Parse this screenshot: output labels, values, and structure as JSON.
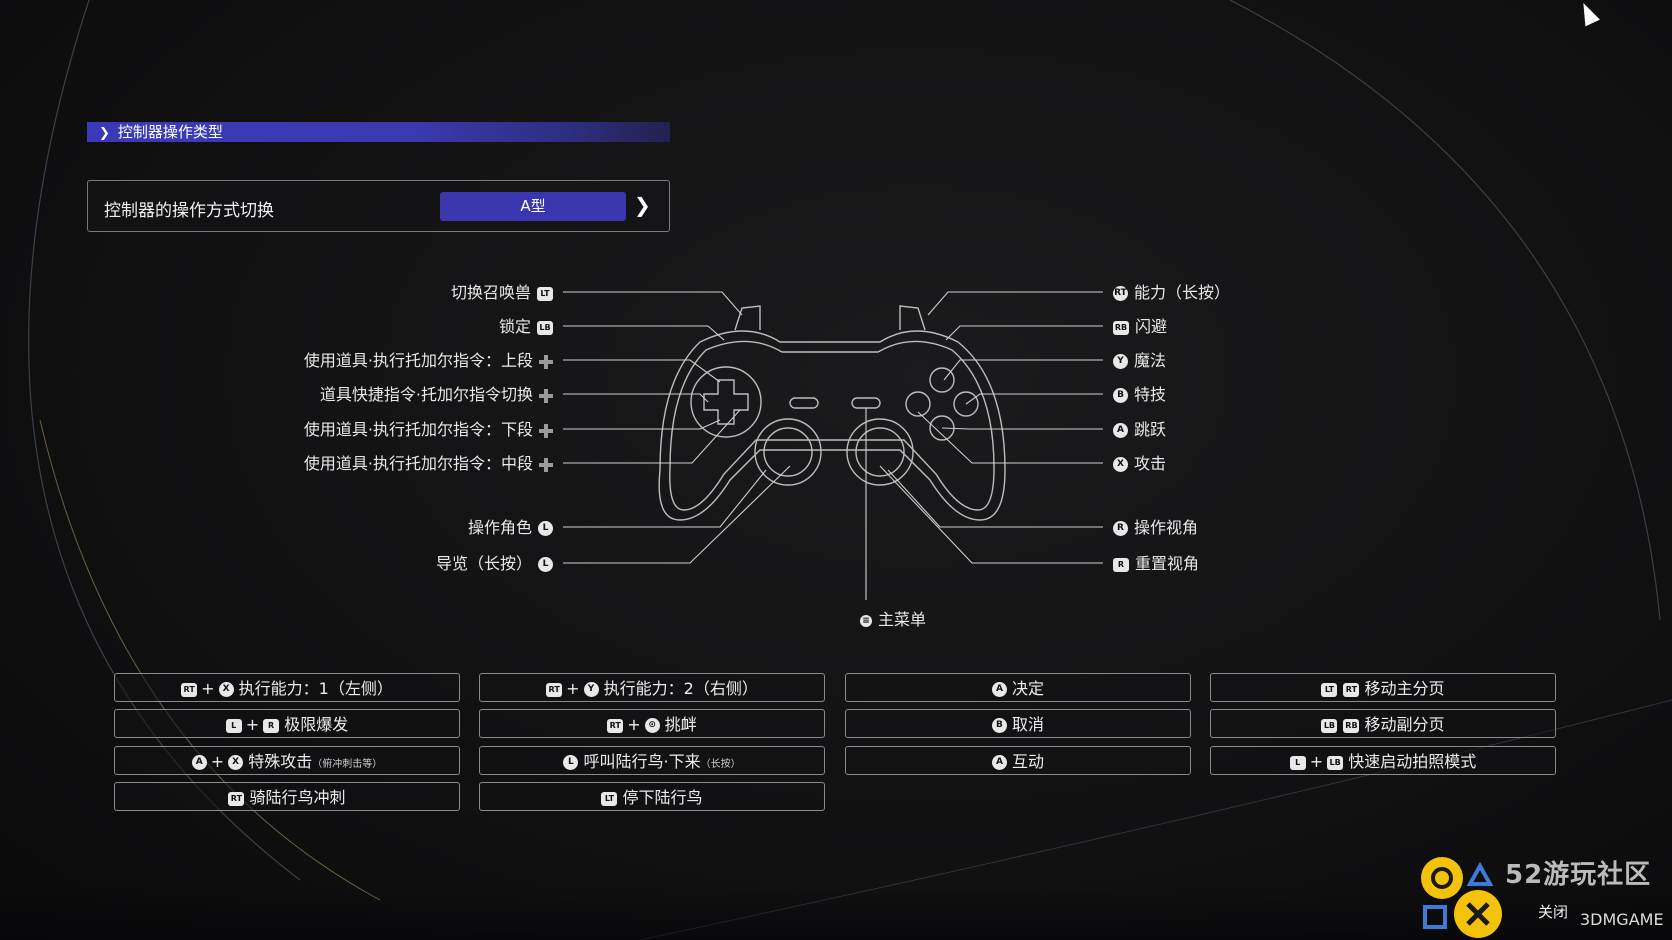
{
  "section": {
    "title": "控制器操作类型"
  },
  "setting": {
    "label": "控制器的操作方式切换",
    "value": "A型"
  },
  "left_labels": [
    {
      "text": "切换召唤兽",
      "glyph": "LT"
    },
    {
      "text": "锁定",
      "glyph": "LB"
    },
    {
      "text": "使用道具·执行托加尔指令：上段",
      "glyph": "dpad"
    },
    {
      "text": "道具快捷指令·托加尔指令切换",
      "glyph": "dpad"
    },
    {
      "text": "使用道具·执行托加尔指令：下段",
      "glyph": "dpad"
    },
    {
      "text": "使用道具·执行托加尔指令：中段",
      "glyph": "dpad"
    },
    {
      "text": "操作角色",
      "glyph": "L"
    },
    {
      "text": "导览（长按）",
      "glyph": "L"
    }
  ],
  "right_labels": [
    {
      "text": "能力（长按）",
      "glyph": "RT"
    },
    {
      "text": "闪避",
      "glyph": "RB"
    },
    {
      "text": "魔法",
      "glyph": "Y"
    },
    {
      "text": "特技",
      "glyph": "B"
    },
    {
      "text": "跳跃",
      "glyph": "A"
    },
    {
      "text": "攻击",
      "glyph": "X"
    },
    {
      "text": "操作视角",
      "glyph": "R"
    },
    {
      "text": "重置视角",
      "glyph": "R"
    }
  ],
  "menu_label": {
    "text": "主菜单"
  },
  "commands": {
    "c1r1": {
      "text": "执行能力：1（左侧）",
      "g1": "RT",
      "g2": "X"
    },
    "c1r2": {
      "text": "极限爆发",
      "g1": "L",
      "g2": "R"
    },
    "c1r3": {
      "text": "特殊攻击",
      "small": "（俯冲刺击等）",
      "g1": "A",
      "g2": "X"
    },
    "c1r4": {
      "text": "骑陆行鸟冲刺",
      "g1": "RT"
    },
    "c2r1": {
      "text": "执行能力：2（右侧）",
      "g1": "RT",
      "g2": "Y"
    },
    "c2r2": {
      "text": "挑衅",
      "g1": "RT",
      "g2": "⊙"
    },
    "c2r3": {
      "text": "呼叫陆行鸟·下来",
      "small": "（长按）",
      "g1": "L"
    },
    "c2r4": {
      "text": "停下陆行鸟",
      "g1": "LT"
    },
    "c3r1": {
      "text": "决定",
      "g1": "A"
    },
    "c3r2": {
      "text": "取消",
      "g1": "B"
    },
    "c3r3": {
      "text": "互动",
      "g1": "A"
    },
    "c4r1": {
      "text": "移动主分页",
      "g1": "LT",
      "g2": "RT"
    },
    "c4r2": {
      "text": "移动副分页",
      "g1": "LB",
      "g2": "RB"
    },
    "c4r3": {
      "text": "快速启动拍照模式",
      "g1": "L",
      "g2": "LB"
    }
  },
  "footer": {
    "close_label": "关闭",
    "site_text": "52游玩社区",
    "brand_text": "3DMGAME"
  },
  "colors": {
    "accent": "#3a37ae",
    "line": "#cfcfcf",
    "logo": "#f3c20c"
  }
}
